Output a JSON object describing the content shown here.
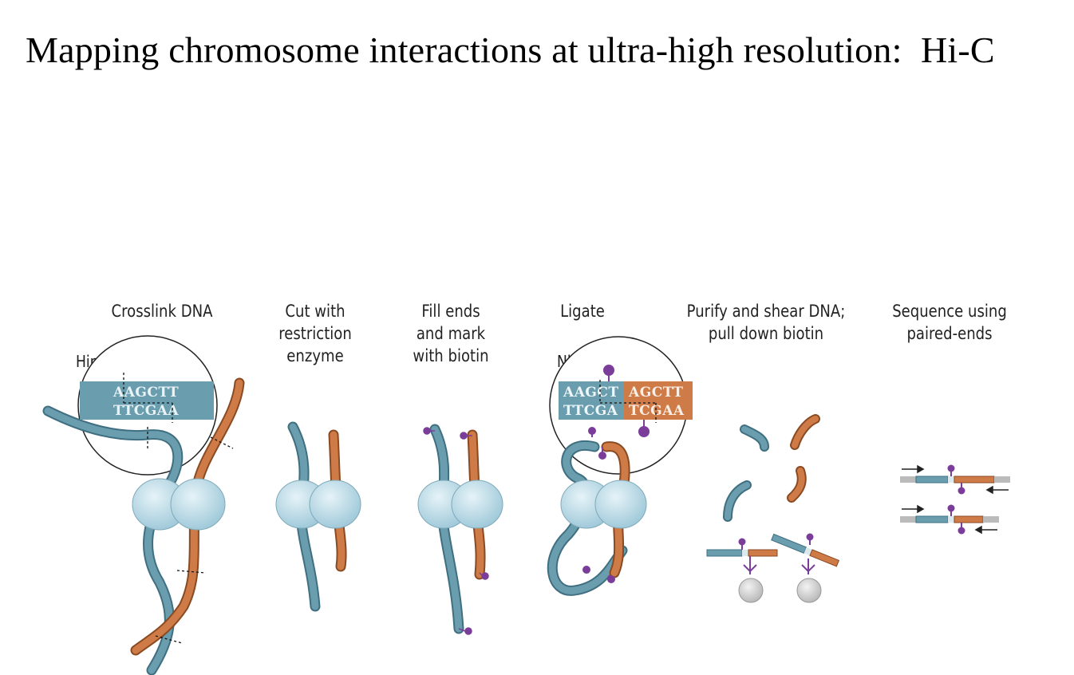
{
  "title": "Mapping chromosome interactions at ultra-high resolution:  Hi-C",
  "steps": [
    {
      "label": "Crosslink DNA"
    },
    {
      "label": "Cut with restriction enzyme",
      "lines": [
        "Cut with",
        "restriction",
        "enzyme"
      ]
    },
    {
      "label": "Fill ends and mark with biotin",
      "lines": [
        "Fill ends",
        "and mark",
        "with biotin"
      ]
    },
    {
      "label": "Ligate"
    },
    {
      "label": "Purify and shear DNA; pull down biotin",
      "lines": [
        "Purify and shear DNA;",
        "pull down biotin"
      ]
    },
    {
      "label": "Sequence using paired-ends",
      "lines": [
        "Sequence using",
        "paired-ends"
      ]
    }
  ],
  "enzymes": {
    "hindiii": "HindIII",
    "nhei": "NheI"
  },
  "sequences": {
    "hindiii_top": "AAGCTT",
    "hindiii_bottom": "TTCGAA",
    "ligate_left_top": "AAGCT",
    "ligate_left_bottom": "TTCGA",
    "ligate_right_top": "AGCTT",
    "ligate_right_bottom": "TCGAA"
  },
  "colors": {
    "dna_blue": "#6a9eaf",
    "dna_orange": "#cf7b47",
    "biotin": "#7b3d9a",
    "protein": "#bcdbe8",
    "bead": "#c9c9c9"
  }
}
